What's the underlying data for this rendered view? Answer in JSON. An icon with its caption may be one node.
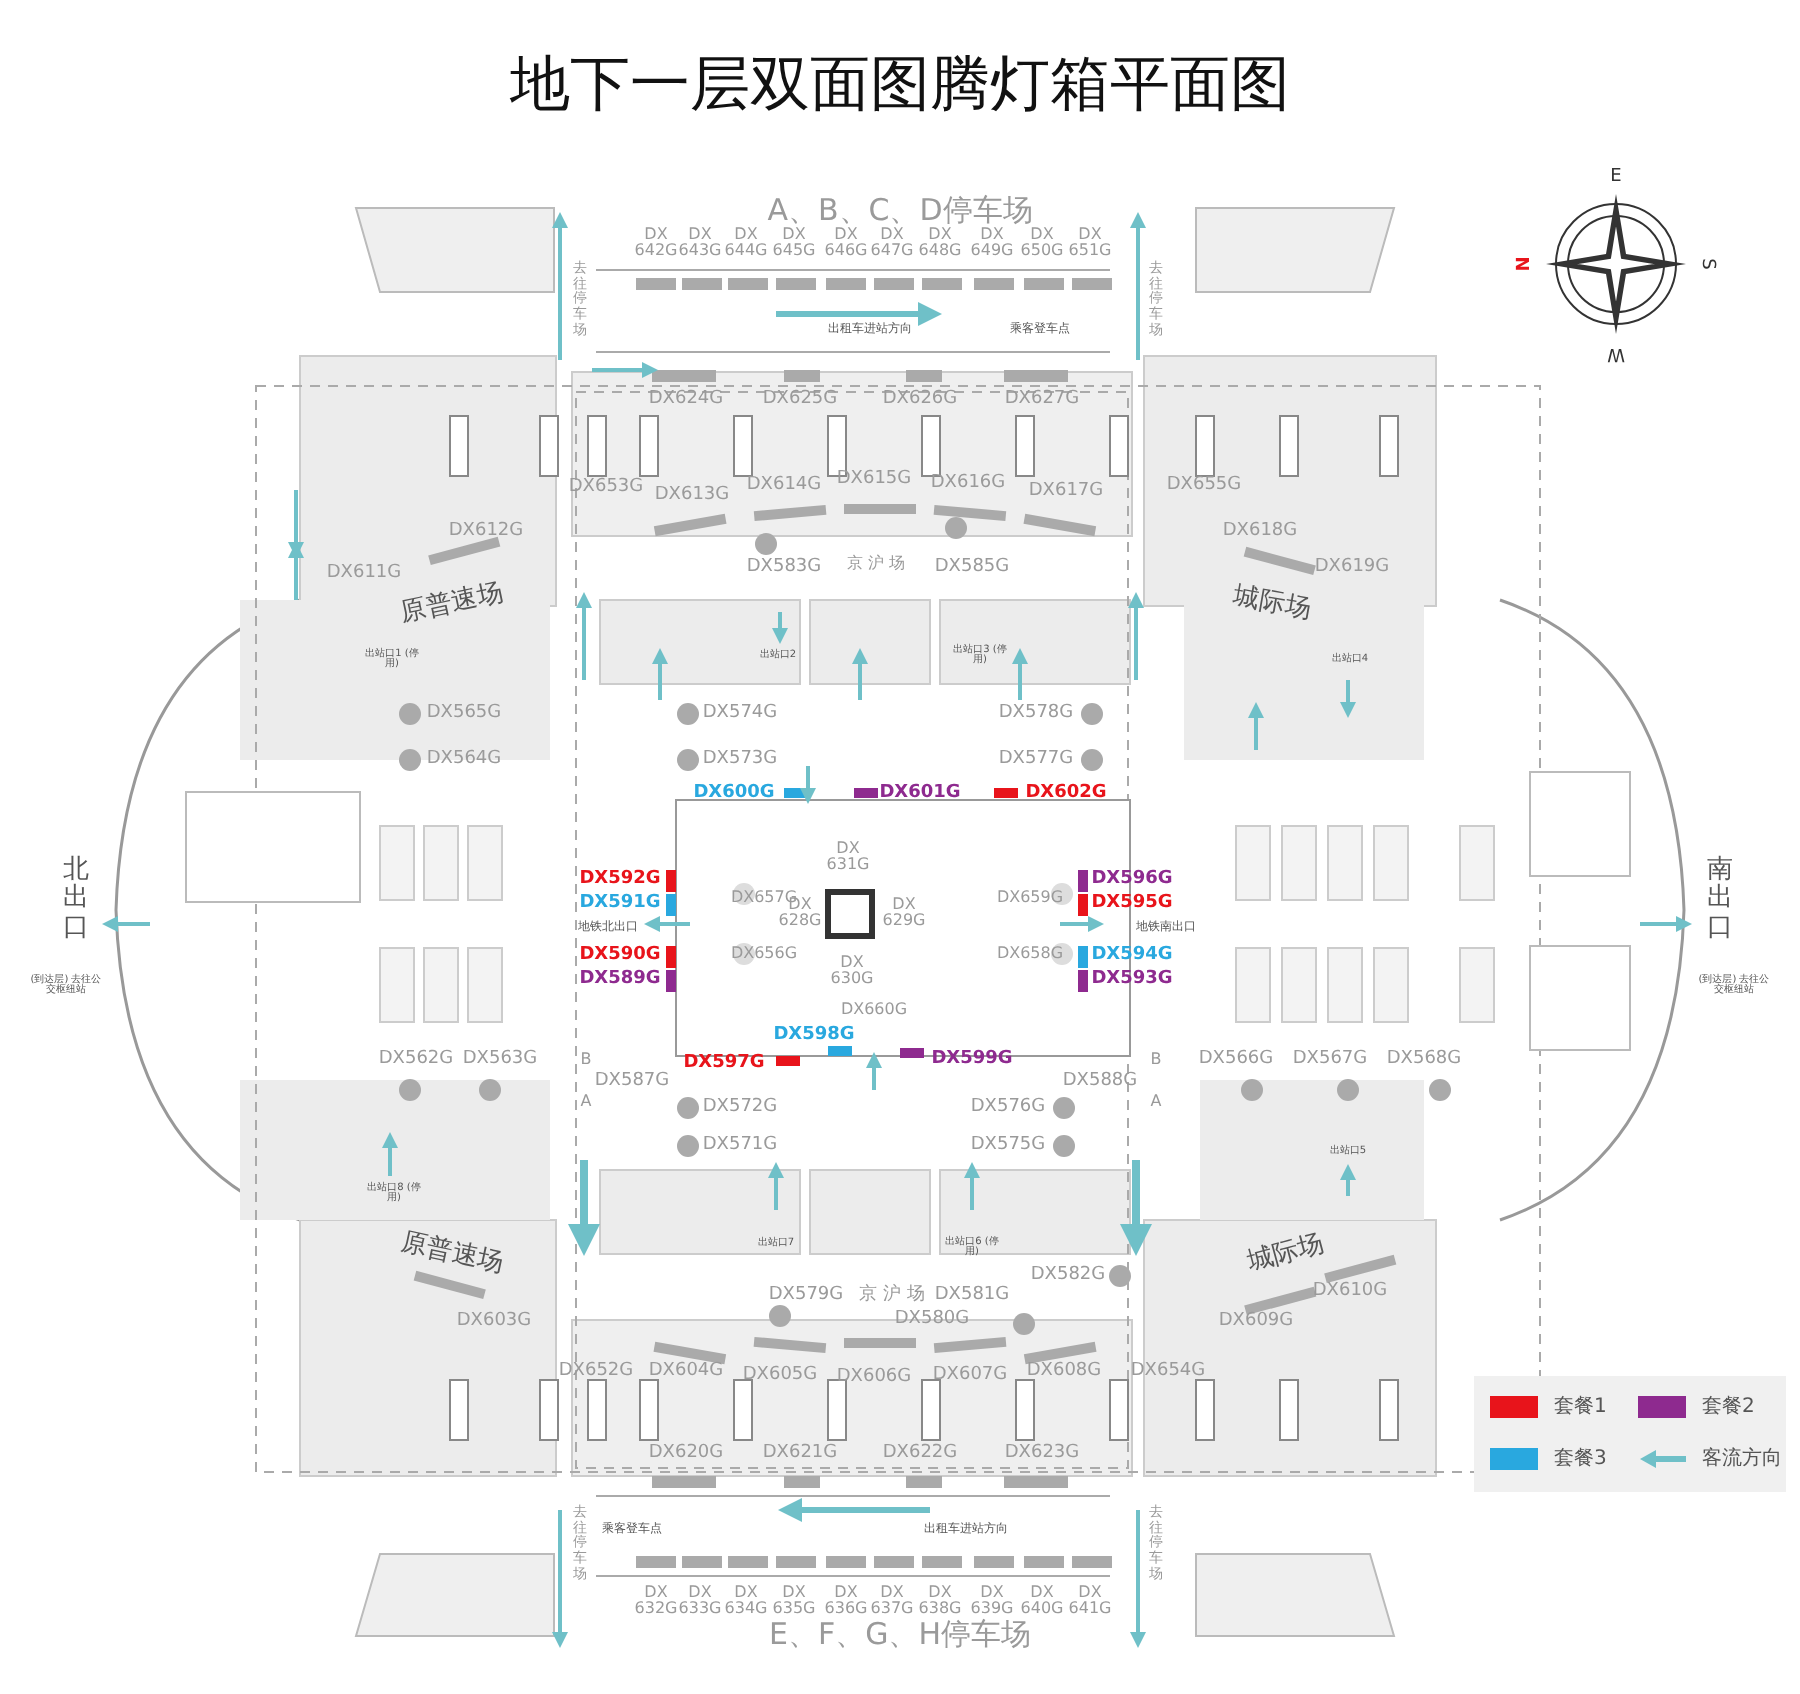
{
  "diagram": {
    "title": "地下一层双面图腾灯箱平面图",
    "labels": [
      "A、B、C、D停车场",
      "DX 642G",
      "DX 643G",
      "DX 644G",
      "DX 645G",
      "DX 646G",
      "DX 647G",
      "DX 648G",
      "DX 649G",
      "DX 650G",
      "DX 651G",
      "去往停车场",
      "去往停车场",
      "出租车进站方向",
      "乘客登车点",
      "DX624G",
      "DX625G",
      "DX626G",
      "DX627G",
      "DX653G",
      "DX613G",
      "DX614G",
      "DX615G",
      "DX616G",
      "DX617G",
      "DX655G",
      "DX612G",
      "DX618G",
      "DX611G",
      "DX583G",
      "京 沪 场",
      "DX585G",
      "DX619G",
      "原普速场",
      "城际场",
      "出站口1 (停用)",
      "出站口2",
      "出站口3 (停用)",
      "出站口4",
      "DX565G",
      "DX574G",
      "DX578G",
      "DX564G",
      "DX573G",
      "DX577G",
      "DX600G",
      "DX601G",
      "DX602G",
      "DX 631G",
      "DX592G",
      "DX591G",
      "DX657G",
      "DX 628G",
      "DX 629G",
      "DX659G",
      "DX596G",
      "DX595G",
      "地铁北出口",
      "地铁南出口",
      "DX 630G",
      "DX590G",
      "DX589G",
      "DX656G",
      "DX658G",
      "DX594G",
      "DX593G",
      "北出口",
      "(到达层) 去往公交枢纽站",
      "南出口",
      "(到达层) 去往公交枢纽站",
      "DX660G",
      "DX598G",
      "DX562G",
      "DX563G",
      "B",
      "DX597G",
      "DX599G",
      "B",
      "DX566G",
      "DX567G",
      "DX568G",
      "DX587G",
      "DX588G",
      "A",
      "DX572G",
      "DX576G",
      "A",
      "DX571G",
      "DX575G",
      "出站口5",
      "出站口8 (停用)",
      "原普速场",
      "出站口7",
      "出站口6 (停用)",
      "城际场",
      "DX582G",
      "DX579G",
      "京 沪 场",
      "DX581G",
      "DX610G",
      "DX603G",
      "DX580G",
      "DX609G",
      "DX652G",
      "DX604G",
      "DX605G",
      "DX606G",
      "DX607G",
      "DX608G",
      "DX654G",
      "DX620G",
      "DX621G",
      "DX622G",
      "DX623G",
      "乘客登车点",
      "出租车进站方向",
      "去往停车场",
      "去往停车场",
      "DX 632G",
      "DX 633G",
      "DX 634G",
      "DX 635G",
      "DX 636G",
      "DX 637G",
      "DX 638G",
      "DX 639G",
      "DX 640G",
      "DX 641G",
      "E、F、G、H停车场",
      "N",
      "E",
      "S",
      "W"
    ],
    "legend": [
      {
        "text": "套餐1",
        "color": "#e8141b"
      },
      {
        "text": "套餐2",
        "color": "#8e2a8f"
      },
      {
        "text": "套餐3",
        "color": "#29a8df"
      },
      {
        "text": "客流方向"
      }
    ]
  }
}
